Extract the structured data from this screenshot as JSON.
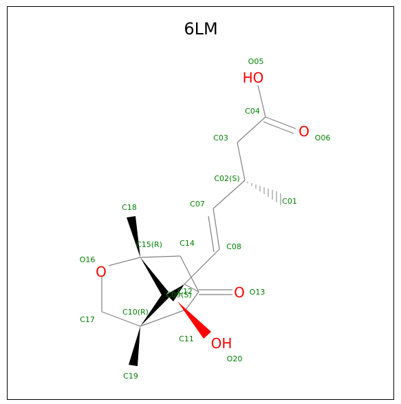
{
  "title": "6LM",
  "colors": {
    "bond": "#808080",
    "wedge": "#000000",
    "heteroatom": "#ff0000",
    "atom_label": "#008000",
    "title": "#000000"
  },
  "atom_labels": {
    "O05": "O05",
    "C04": "C04",
    "O06": "O06",
    "C03": "C03",
    "C02": "C02(S)",
    "C01": "C01",
    "C07": "C07",
    "C08": "C08",
    "C18": "C18",
    "C15": "C15(R)",
    "C14": "C14",
    "O16": "O16",
    "C12": "C12",
    "C09": "C09(S)",
    "O13": "O13",
    "C17": "C17",
    "C10": "C10(R)",
    "C11": "C11",
    "O20": "O20",
    "C19": "C19"
  },
  "heteroatoms": {
    "ho_top": "HO",
    "o_carbonyl_acid": "O",
    "o_ring": "O",
    "o_ketone": "O",
    "oh_bottom": "OH"
  }
}
